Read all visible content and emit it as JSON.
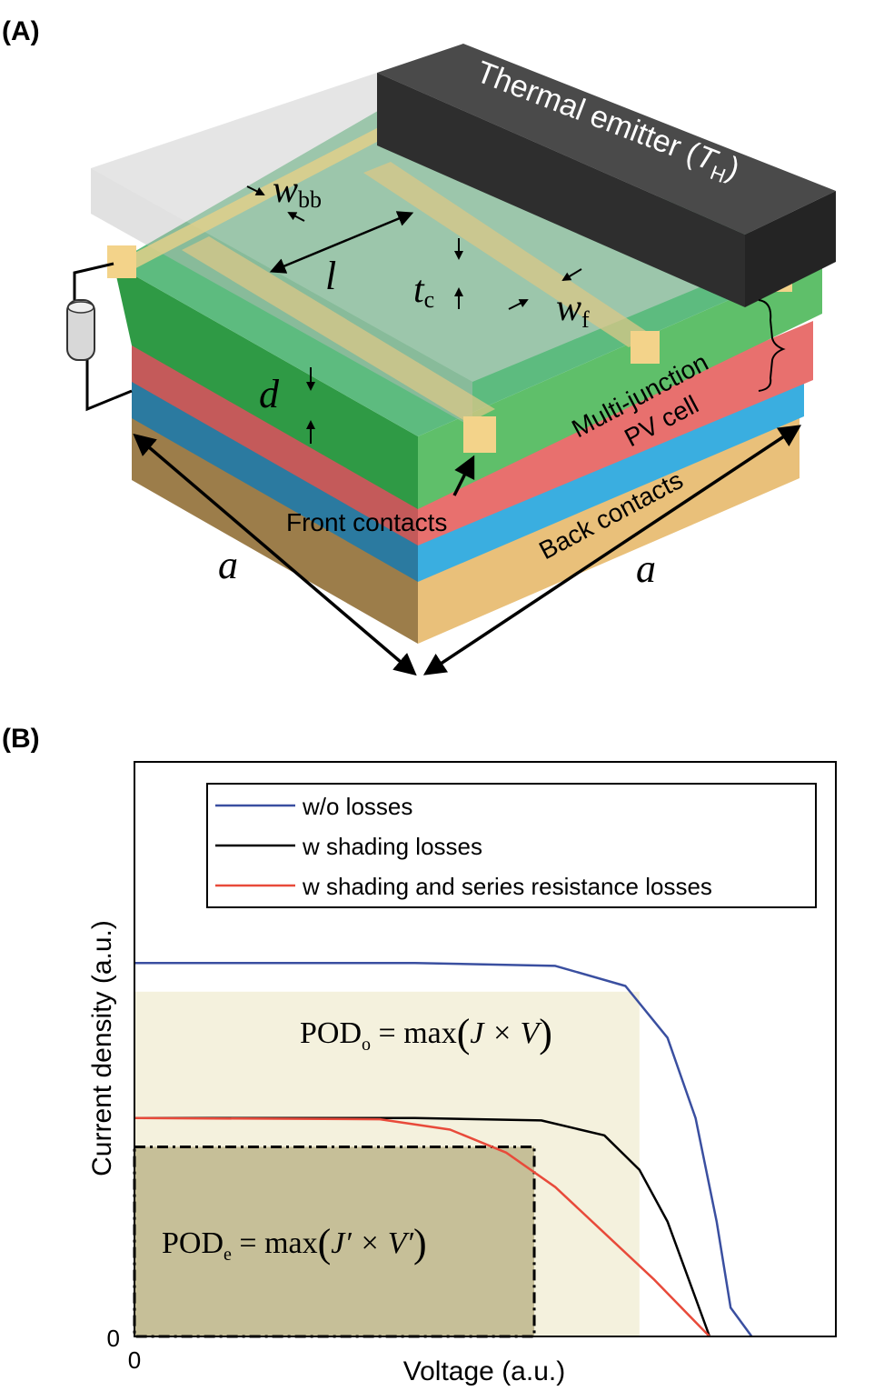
{
  "panel_a": {
    "label": "(A)",
    "emitter_text": "Thermal emitter (",
    "emitter_var": "T",
    "emitter_sub": "H",
    "emitter_close": ")",
    "dims": {
      "wbb": "w",
      "wbb_sub": "bb",
      "l": "l",
      "tc": "t",
      "tc_sub": "c",
      "wf": "w",
      "wf_sub": "f",
      "d": "d",
      "a_left": "a",
      "a_right": "a"
    },
    "multi_junction": "Multi-junction",
    "pv_cell": "PV cell",
    "back_contacts": "Back contacts",
    "front_contacts": "Front contacts",
    "colors": {
      "green": "#5fbf6a",
      "red": "#e8706e",
      "blue": "#3aaee0",
      "gold": "#e9c07a",
      "emitter": "#3a3a3a"
    }
  },
  "panel_b": {
    "label": "(B)",
    "pod_o": {
      "base": "POD",
      "sub": "o",
      "expr": " = max",
      "inner": "J × V"
    },
    "pod_e": {
      "base": "POD",
      "sub": "e",
      "expr": " = max",
      "inner": "J′ × V′"
    }
  },
  "chart_data": {
    "type": "line",
    "xlabel": "Voltage (a.u.)",
    "ylabel": "Current density (a.u.)",
    "xticks": [
      "0"
    ],
    "yticks": [
      "0"
    ],
    "xlim": [
      0,
      1
    ],
    "ylim": [
      0,
      1
    ],
    "grid": false,
    "legend_position": "top-right",
    "series": [
      {
        "name": "w/o losses",
        "color": "#3a4fa0",
        "points": [
          [
            0,
            0.65
          ],
          [
            0.4,
            0.65
          ],
          [
            0.6,
            0.645
          ],
          [
            0.7,
            0.61
          ],
          [
            0.76,
            0.52
          ],
          [
            0.8,
            0.38
          ],
          [
            0.83,
            0.2
          ],
          [
            0.85,
            0.05
          ],
          [
            0.88,
            0
          ]
        ]
      },
      {
        "name": "w shading losses",
        "color": "#000000",
        "points": [
          [
            0,
            0.38
          ],
          [
            0.4,
            0.38
          ],
          [
            0.58,
            0.376
          ],
          [
            0.67,
            0.35
          ],
          [
            0.72,
            0.29
          ],
          [
            0.76,
            0.2
          ],
          [
            0.79,
            0.1
          ],
          [
            0.82,
            0
          ]
        ]
      },
      {
        "name": "w shading and series resistance losses",
        "color": "#e84a3a",
        "points": [
          [
            0,
            0.38
          ],
          [
            0.35,
            0.378
          ],
          [
            0.45,
            0.36
          ],
          [
            0.53,
            0.32
          ],
          [
            0.6,
            0.26
          ],
          [
            0.67,
            0.18
          ],
          [
            0.74,
            0.1
          ],
          [
            0.82,
            0
          ]
        ]
      }
    ],
    "shaded_regions": [
      {
        "label": "POD_o",
        "x": [
          0,
          0.72
        ],
        "y": [
          0,
          0.6
        ],
        "color": "#f4f1dd"
      },
      {
        "label": "POD_e",
        "x": [
          0,
          0.57
        ],
        "y": [
          0,
          0.33
        ],
        "color": "#c6bf98"
      }
    ]
  }
}
